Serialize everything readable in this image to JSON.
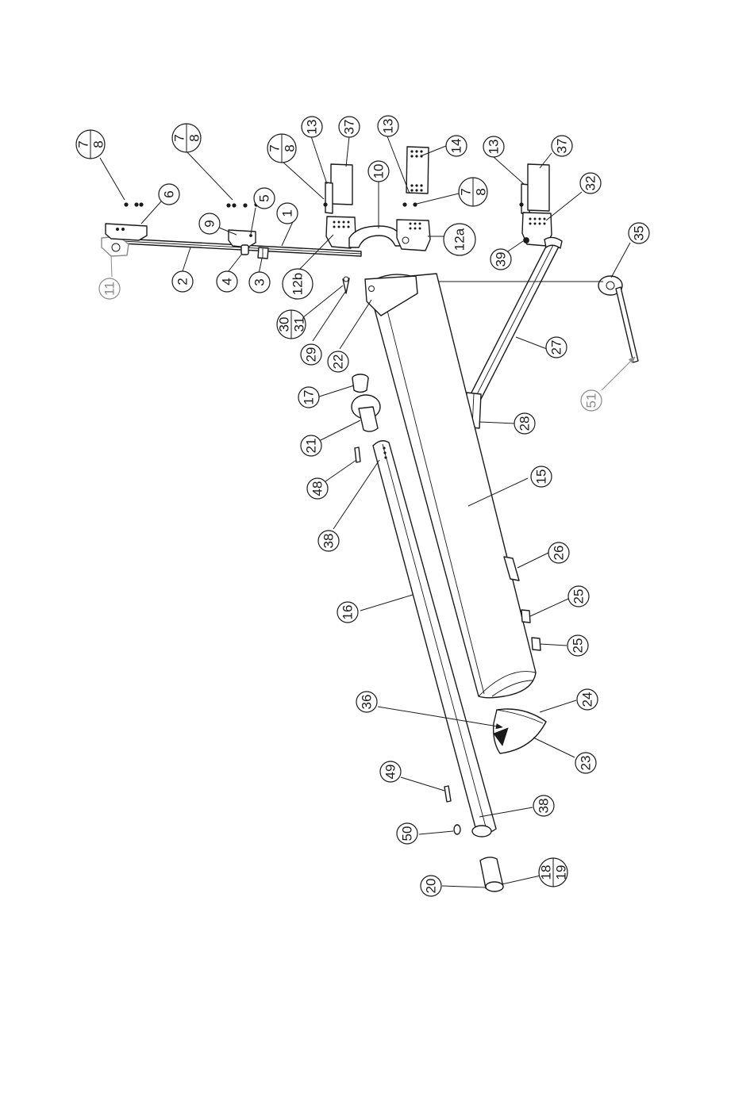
{
  "callouts": {
    "c1": "1",
    "c2": "2",
    "c3": "3",
    "c4": "4",
    "c5": "5",
    "c6": "6",
    "c7": "7",
    "c8": "8",
    "c9": "9",
    "c10": "10",
    "c11": "11",
    "c12a": "12a",
    "c12b": "12b",
    "c13": "13",
    "c14": "14",
    "c15": "15",
    "c16": "16",
    "c17": "17",
    "c18": "18",
    "c19": "19",
    "c20": "20",
    "c21": "21",
    "c22": "22",
    "c23": "23",
    "c24": "24",
    "c25": "25",
    "c26": "26",
    "c27": "27",
    "c28": "28",
    "c29": "29",
    "c30": "30",
    "c31": "31",
    "c32": "32",
    "c35": "35",
    "c36": "36",
    "c37": "37",
    "c38": "38",
    "c39": "39",
    "c48": "48",
    "c49": "49",
    "c50": "50",
    "c51": "51"
  },
  "colors": {
    "line": "#1a1a1a",
    "muted": "#8a8a8a",
    "background": "#ffffff"
  }
}
